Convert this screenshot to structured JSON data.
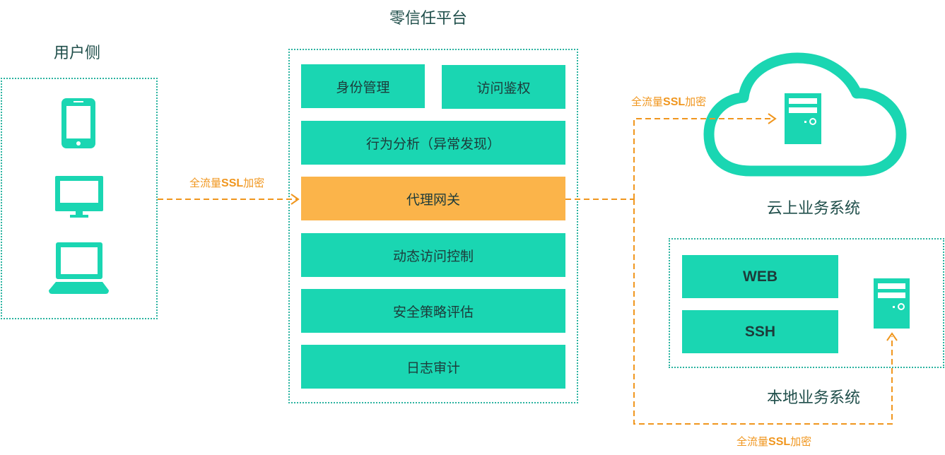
{
  "platform": {
    "title": "零信任平台"
  },
  "user_side": {
    "title": "用户侧"
  },
  "modules": {
    "identity": "身份管理",
    "access_auth": "访问鉴权",
    "behavior": "行为分析（异常发现）",
    "proxy": "代理网关",
    "dynamic_access": "动态访问控制",
    "policy_eval": "安全策略评估",
    "audit": "日志审计"
  },
  "cloud": {
    "label": "云上业务系统"
  },
  "local": {
    "label": "本地业务系统",
    "services": [
      "WEB",
      "SSH"
    ]
  },
  "encryption": {
    "prefix": "全流量",
    "protocol": "SSL",
    "suffix": "加密"
  },
  "colors": {
    "teal": "#1ad6b2",
    "orange": "#fbb44a",
    "dash": "#f0961e"
  },
  "icons": [
    "phone-icon",
    "desktop-icon",
    "laptop-icon",
    "cloud-icon",
    "server-icon"
  ]
}
